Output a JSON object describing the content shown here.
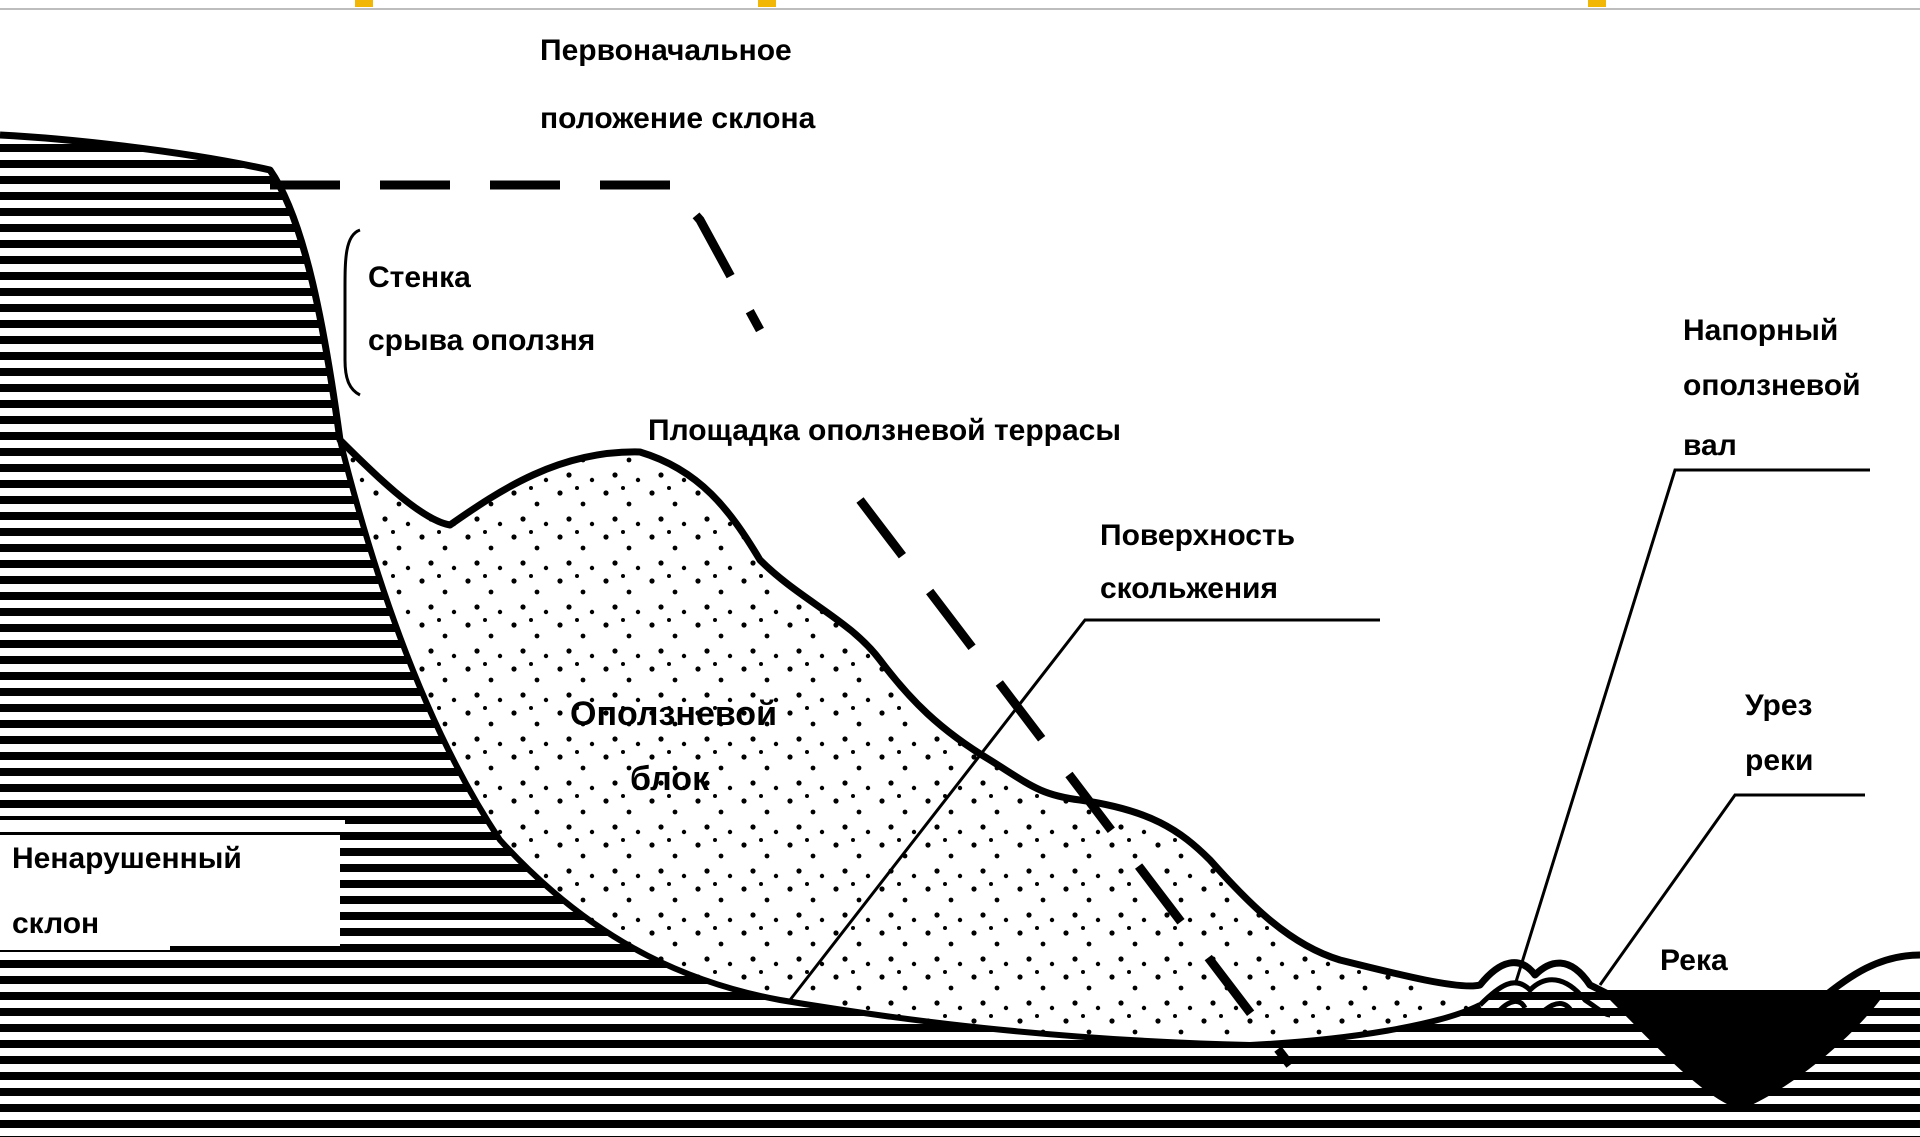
{
  "colors": {
    "ink": "#000000",
    "paper": "#ffffff",
    "accent_bar": "#f2b705",
    "top_rule": "#bdbdbd"
  },
  "labels": {
    "original_slope_line1": "Первоначальное",
    "original_slope_line2": "положение склона",
    "wall_line1": "Стенка",
    "wall_line2": "срыва оползня",
    "terrace": "Площадка оползневой террасы",
    "sliding_surface_line1": "Поверхность",
    "sliding_surface_line2": "скольжения",
    "ridge_line1": "Напорный",
    "ridge_line2": "оползневой",
    "ridge_line3": "вал",
    "block_line1": "Оползневой",
    "block_line2": "блок",
    "undisturbed_line1": "Ненарушенный",
    "undisturbed_line2": "склон",
    "water_edge_line1": "Урез",
    "water_edge_line2": "реки",
    "river": "Река"
  }
}
